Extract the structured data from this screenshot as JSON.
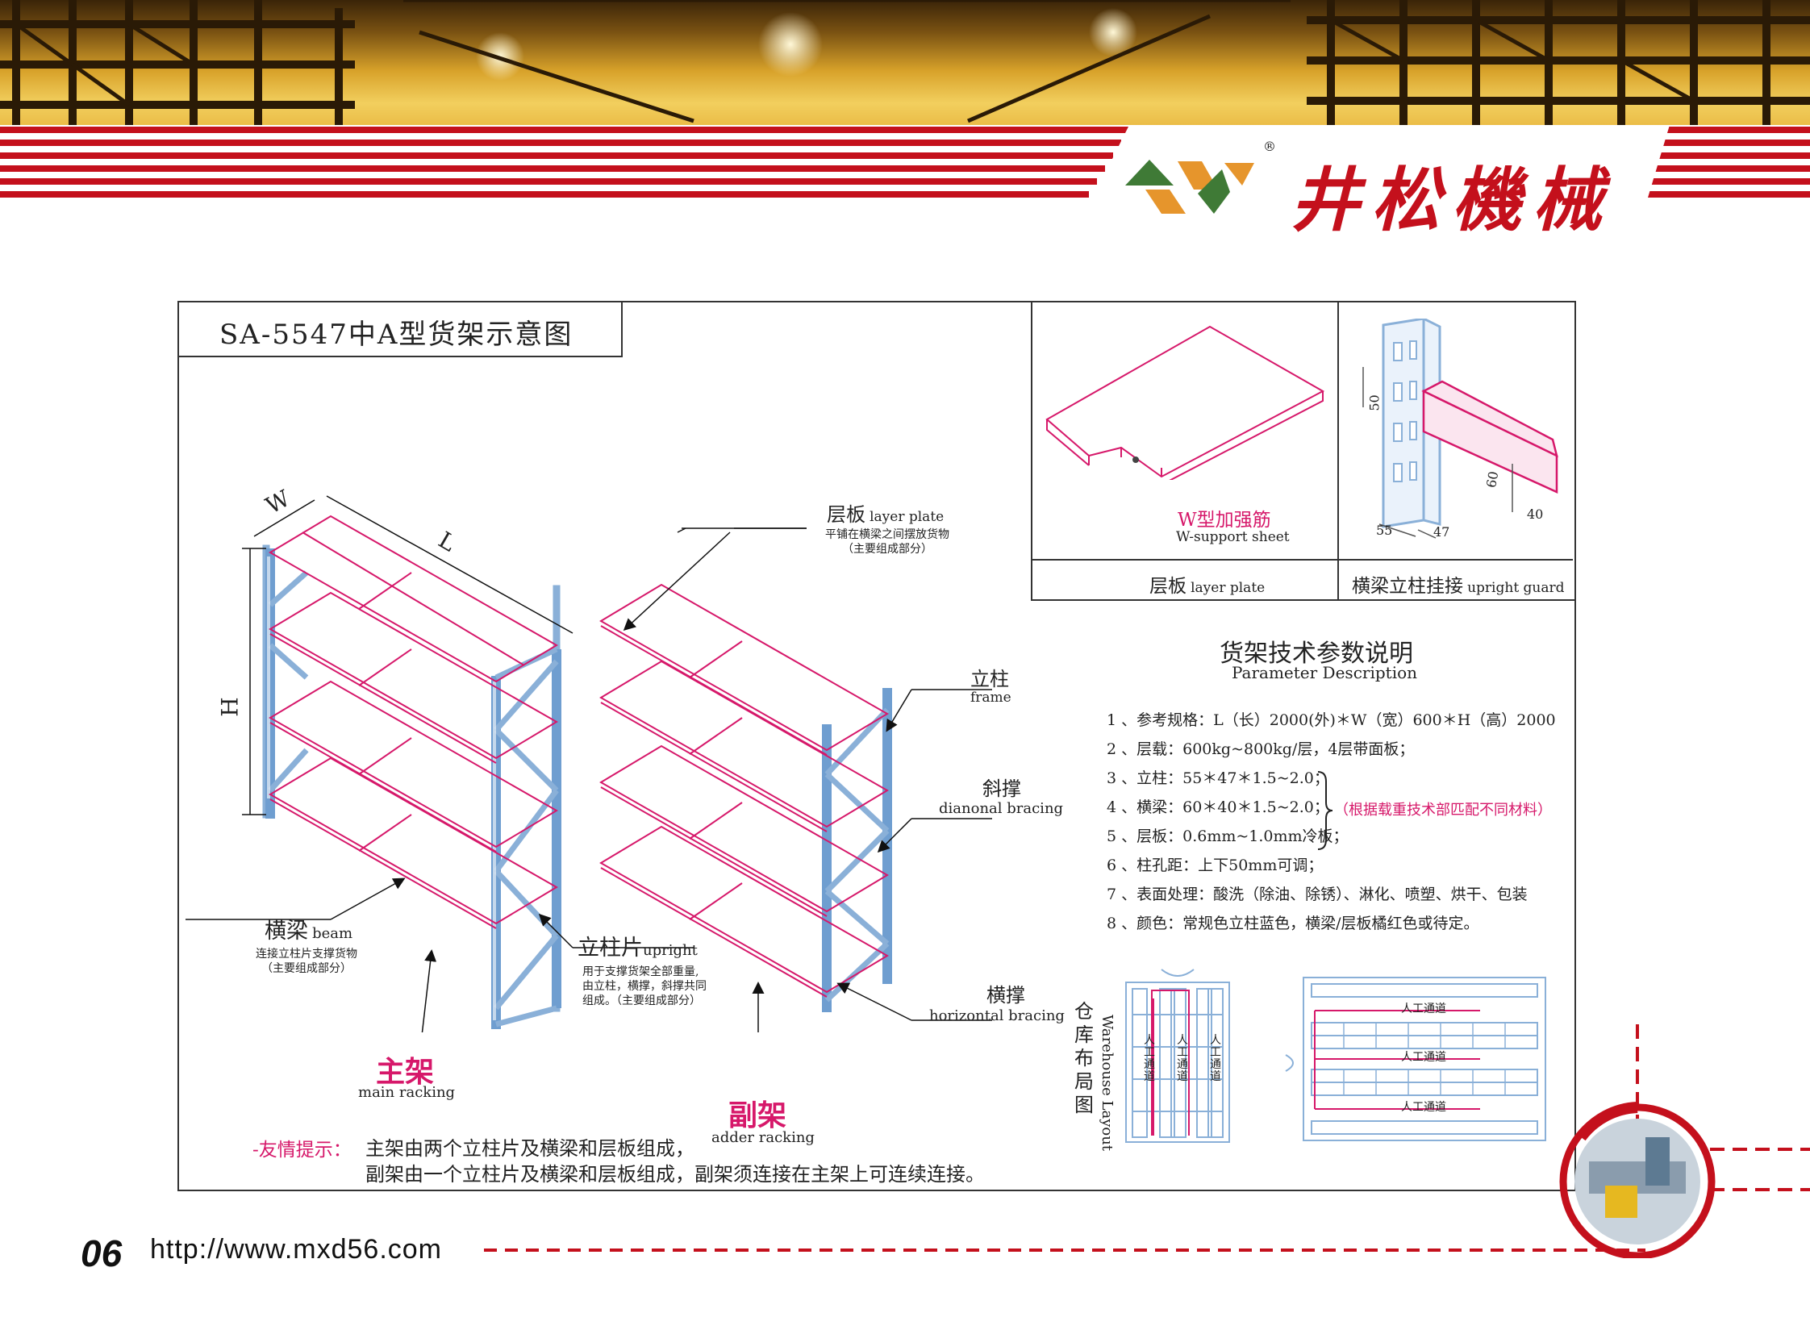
{
  "brand": {
    "name": "井松機械",
    "registered": "®",
    "colors": {
      "red": "#c4101c",
      "green": "#3f7a36",
      "orange": "#e6952c"
    }
  },
  "diagram": {
    "title": "SA-5547中A型货架示意图",
    "dims": {
      "w": "W",
      "l": "L",
      "h": "H"
    },
    "layer_plate": {
      "cn": "层板",
      "en": "layer plate",
      "desc1": "平铺在横梁之间摆放货物",
      "desc2": "（主要组成部分）"
    },
    "frame": {
      "cn": "立柱",
      "en": "frame"
    },
    "diagonal": {
      "cn": "斜撑",
      "en": "dianonal bracing"
    },
    "horizontal": {
      "cn": "横撑",
      "en": "horizontal bracing"
    },
    "beam": {
      "cn": "横梁",
      "en": "beam",
      "desc1": "连接立柱片支撑货物",
      "desc2": "（主要组成部分）"
    },
    "upright": {
      "cn": "立柱片",
      "en": "upright",
      "desc1": "用于支撑货架全部重量,",
      "desc2": "由立柱，横撑，斜撑共同",
      "desc3": "组成。（主要组成部分）"
    },
    "main": {
      "cn": "主架",
      "en": "main racking"
    },
    "adder": {
      "cn": "副架",
      "en": "adder racking"
    },
    "tip_label": "-友情提示：",
    "tip_line1": "主架由两个立柱片及横梁和层板组成，",
    "tip_line2": "副架由一个立柱片及横梁和层板组成，副架须连接在主架上可连续连接。"
  },
  "detail": {
    "support_cn": "W型加强筋",
    "support_en": "W-support sheet",
    "plate_cn": "层板",
    "plate_en": "layer plate",
    "guard_cn": "横梁立柱挂接",
    "guard_en": "upright guard",
    "dim_50": "50",
    "dim_60": "60",
    "dim_55": "55",
    "dim_47": "47",
    "dim_40": "40"
  },
  "params": {
    "title_cn": "货架技术参数说明",
    "title_en": "Parameter Description",
    "items": [
      "1 、参考规格：L（长）2000(外)＊W（宽）600＊H（高）2000",
      "2 、层载：600kg~800kg/层，4层带面板；",
      "3 、立柱：55＊47＊1.5~2.0；",
      "4 、横梁：60＊40＊1.5~2.0；",
      "5 、层板：0.6mm~1.0mm冷板；",
      "6 、柱孔距：上下50mm可调；",
      "7 、表面处理：酸洗（除油、除锈）、淋化、喷塑、烘干、包装",
      "8 、颜色：常规色立柱蓝色，横梁/层板橘红色或待定。"
    ],
    "note": "（根据载重技术部匹配不同材料）"
  },
  "layout": {
    "label_cn": "仓库布局图",
    "label_en": "Warehouse Layout",
    "aisle": "人工通道"
  },
  "footer": {
    "page": "06",
    "url": "http://www.mxd56.com"
  }
}
